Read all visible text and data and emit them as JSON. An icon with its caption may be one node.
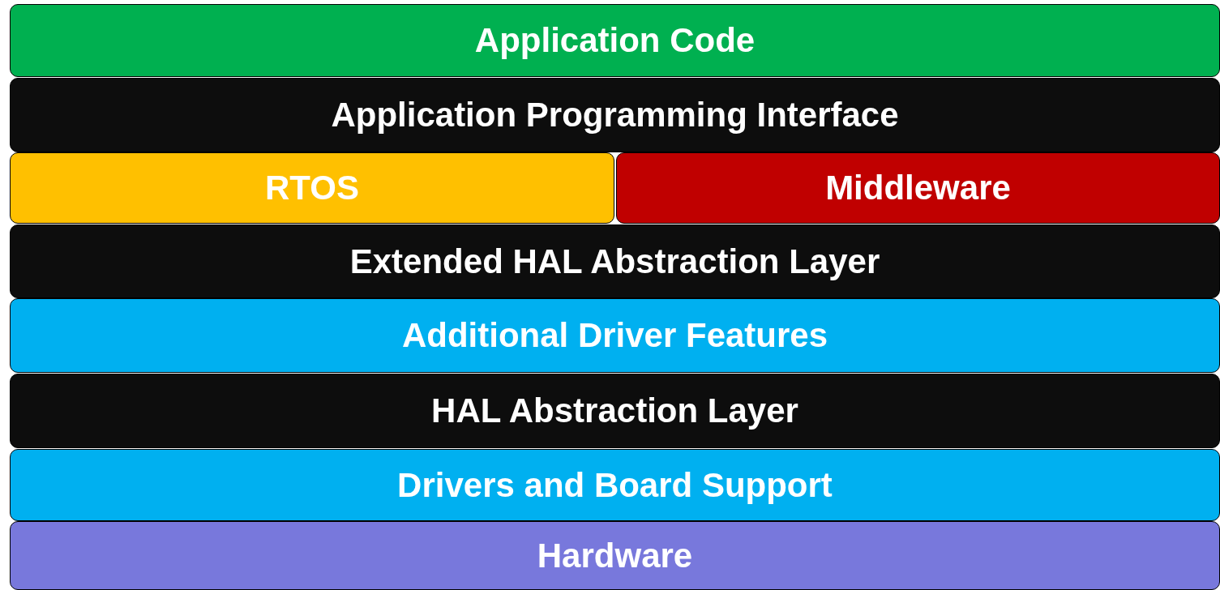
{
  "diagram": {
    "nodes": [
      {
        "text": [
          "Application Code"
        ]
      },
      {
        "text": [
          "Application Programming Interface"
        ]
      },
      {
        "text": [
          "RTOS"
        ]
      },
      {
        "text": [
          "Middleware"
        ]
      },
      {
        "text": [
          "Extended HAL Abstraction Layer"
        ]
      },
      {
        "text": [
          "Additional Driver Features"
        ]
      },
      {
        "text": [
          "HAL Abstraction Layer"
        ]
      },
      {
        "text": [
          "Drivers and Board Support"
        ]
      },
      {
        "text": [
          "Hardware"
        ]
      }
    ]
  }
}
